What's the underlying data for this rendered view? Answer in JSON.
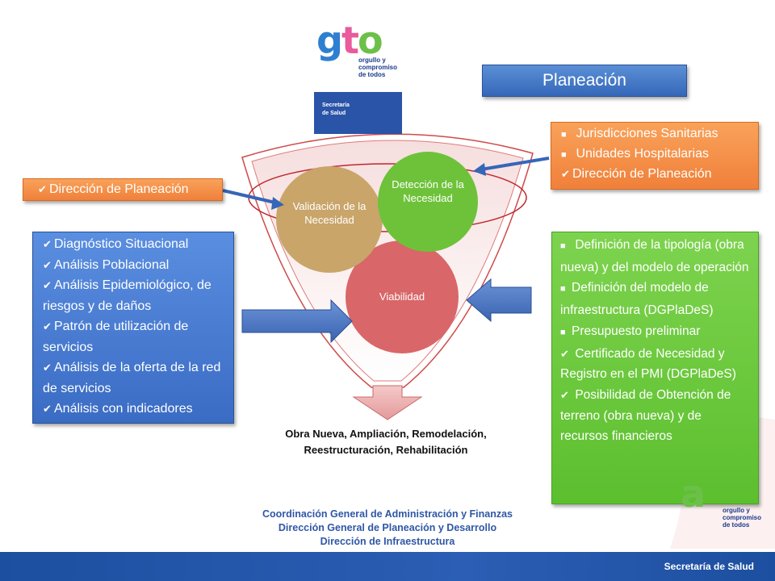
{
  "logo": {
    "main": "gto",
    "tagline": [
      "orgullo y",
      "compromiso",
      "de todos"
    ]
  },
  "secretaria_box": [
    "Secretaría",
    "de Salud"
  ],
  "planeacion_label": "Planeación",
  "orange_left": {
    "items": [
      "Dirección de Planeación"
    ]
  },
  "orange_right": {
    "items": [
      {
        "marker": "square",
        "text": "Jurisdicciones Sanitarias"
      },
      {
        "marker": "square",
        "text": "Unidades Hospitalarias"
      },
      {
        "marker": "check",
        "text": "Dirección de Planeación"
      }
    ]
  },
  "blue_box": {
    "items": [
      "Diagnóstico Situacional",
      "Análisis Poblacional",
      "Análisis Epidemiológico, de riesgos y de daños",
      "Patrón de utilización de servicios",
      "Análisis de la oferta de la red de servicios",
      "Análisis con indicadores"
    ]
  },
  "green_box": {
    "items": [
      {
        "marker": "square",
        "text": "Definición de la tipología (obra nueva) y del modelo de operación"
      },
      {
        "marker": "square",
        "text": "Definición del modelo de infraestructura (DGPlaDeS)"
      },
      {
        "marker": "square",
        "text": "Presupuesto preliminar"
      },
      {
        "marker": "check",
        "text": "Certificado de Necesidad y Registro en el PMI (DGPlaDeS)"
      },
      {
        "marker": "check",
        "text": "Posibilidad de Obtención de terreno (obra nueva) y de recursos financieros"
      }
    ]
  },
  "circles": {
    "validacion": "Validación de la Necesidad",
    "deteccion": "Detección de la Necesidad",
    "viabilidad": "Viabilidad"
  },
  "obra_text": "Obra Nueva, Ampliación, Remodelación, Reestructuración, Rehabilitación",
  "footer": [
    "Coordinación General de Administración y Finanzas",
    "Dirección General de Planeación y Desarrollo",
    "Dirección de Infraestructura"
  ],
  "bottom_bar_label": "Secretaría de Salud",
  "colors": {
    "blue": "#3a6cc4",
    "orange": "#f0803a",
    "green": "#5cbf2e",
    "red": "#d04a4a",
    "gold": "#c9a56a",
    "circle_green": "#6ec23a",
    "circle_red": "#d96668"
  }
}
